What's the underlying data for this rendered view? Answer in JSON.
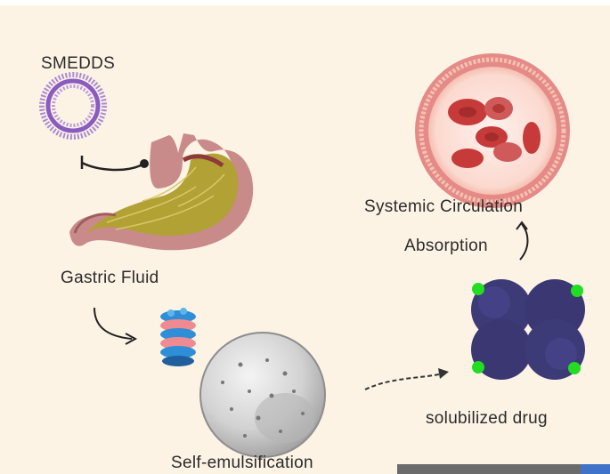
{
  "labels": {
    "smedds": "SMEDDS",
    "gastric_fluid": "Gastric Fluid",
    "self_emulsification": "Self-emulsification",
    "solubilized_drug": "solubilized drug",
    "absorption": "Absorption",
    "systemic_circulation": "Systemic Circulation"
  },
  "colors": {
    "background": "#fcf3e5",
    "stomach_outer": "#c98a8a",
    "stomach_inner": "#b8a53a",
    "liposome": "#9b6fc4",
    "droplet": "#cfcfcf",
    "drug_cluster": "#3d3a78",
    "drug_marker": "#22dd22",
    "vessel": "#e07b7b",
    "rbc": "#c63a3a",
    "helix_blue": "#2f8fd6",
    "helix_pink": "#f08a92"
  },
  "icons": [
    "liposome-icon",
    "stomach-icon",
    "arrow-icon",
    "surfactant-helix-icon",
    "emulsion-droplet-icon",
    "drug-cluster-icon",
    "blood-vessel-icon"
  ]
}
